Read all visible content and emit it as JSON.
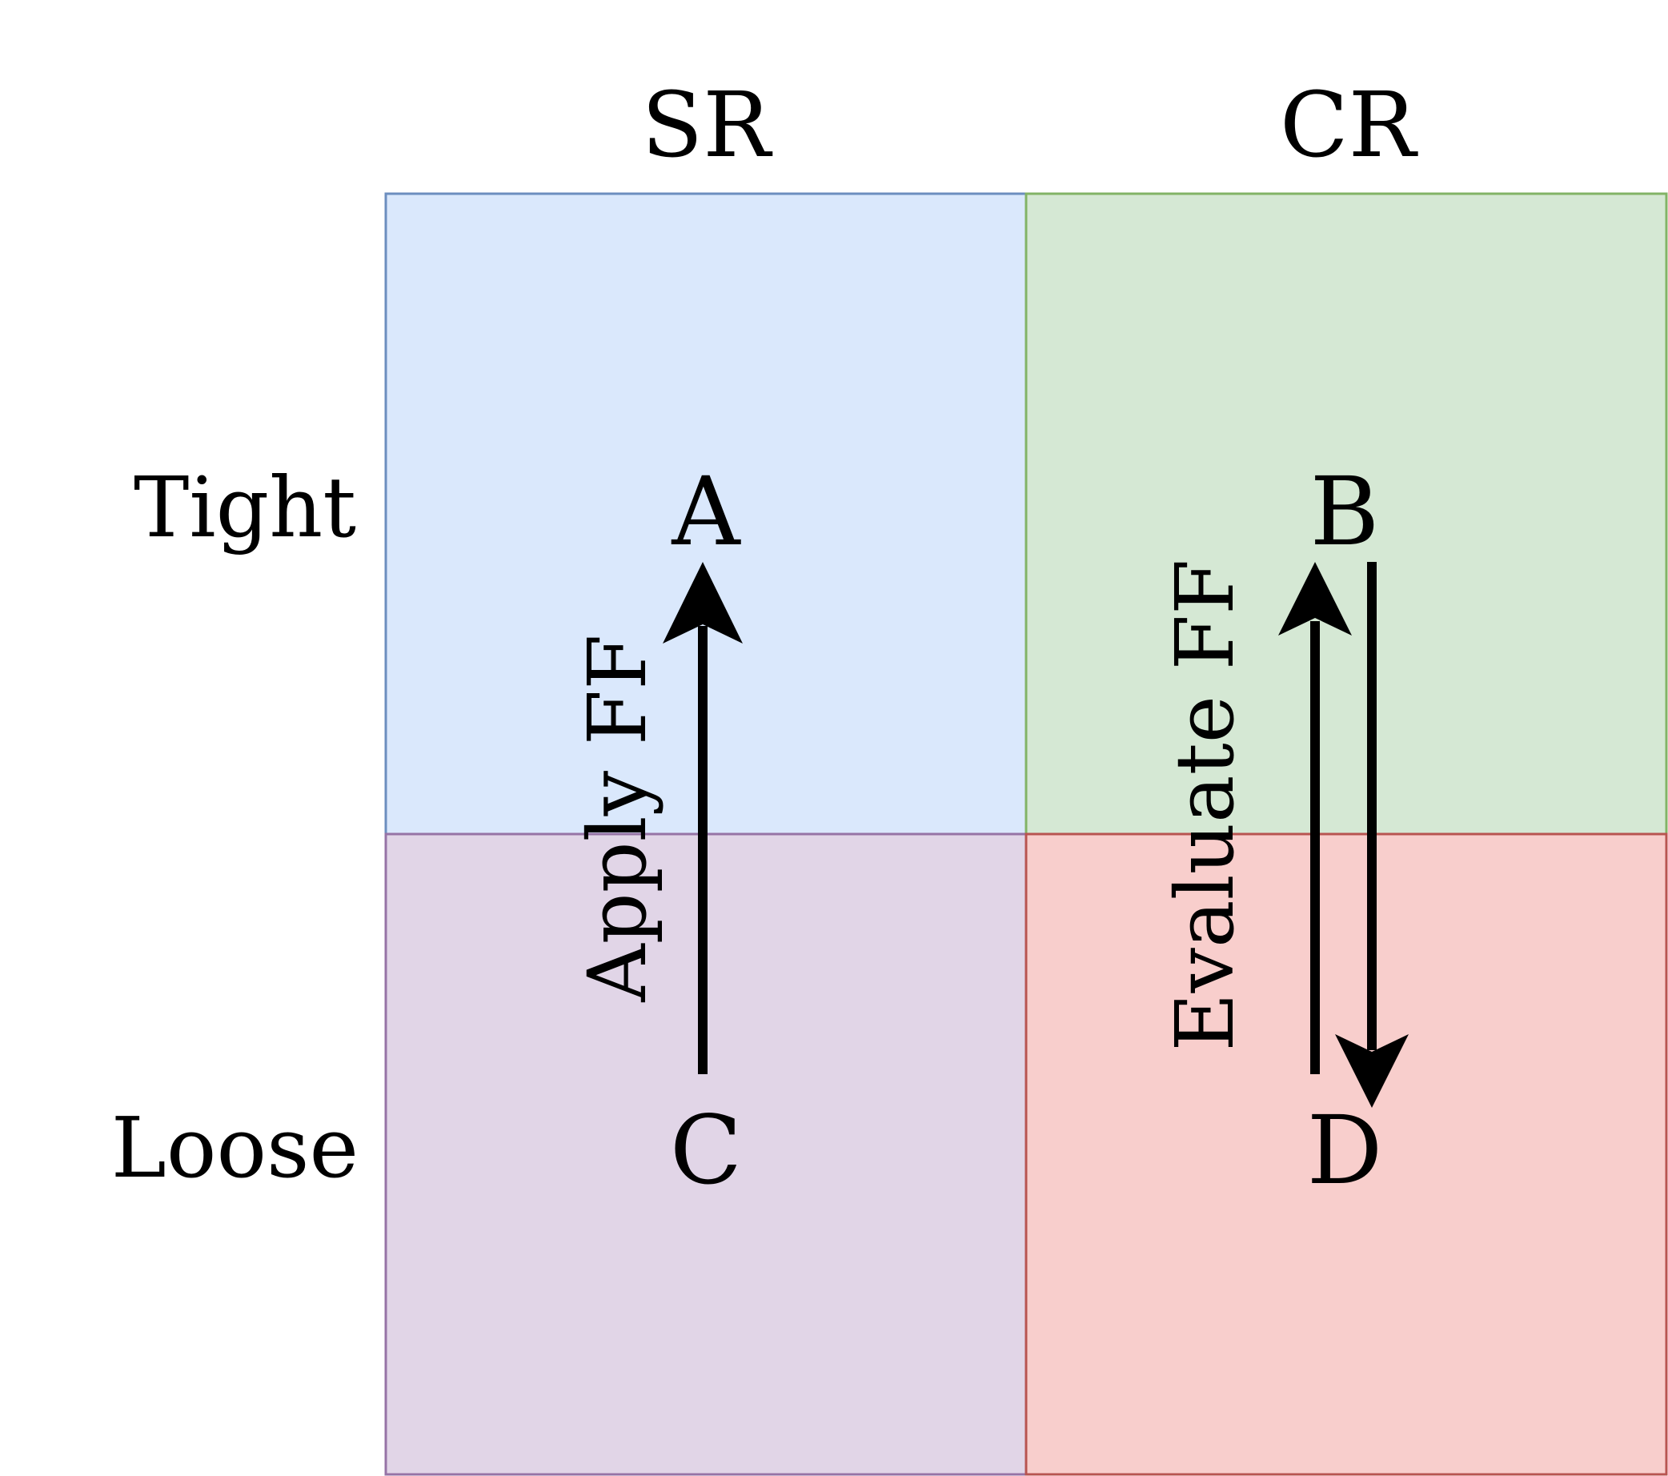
{
  "columns": [
    "SR",
    "CR"
  ],
  "rows": [
    "Tight",
    "Loose"
  ],
  "cells": {
    "A": "A",
    "B": "B",
    "C": "C",
    "D": "D"
  },
  "colors": {
    "tl_fill": "#dae8fc",
    "tl_stroke": "#6c8ebf",
    "tr_fill": "#d5e8d4",
    "tr_stroke": "#82b366",
    "bl_fill": "#e1d5e7",
    "bl_stroke": "#9673a6",
    "br_fill": "#f8cecc",
    "br_stroke": "#b85450",
    "arrow": "#000000"
  },
  "arrows": {
    "apply_label": "Apply FF",
    "evaluate_label": "Evaluate FF"
  }
}
